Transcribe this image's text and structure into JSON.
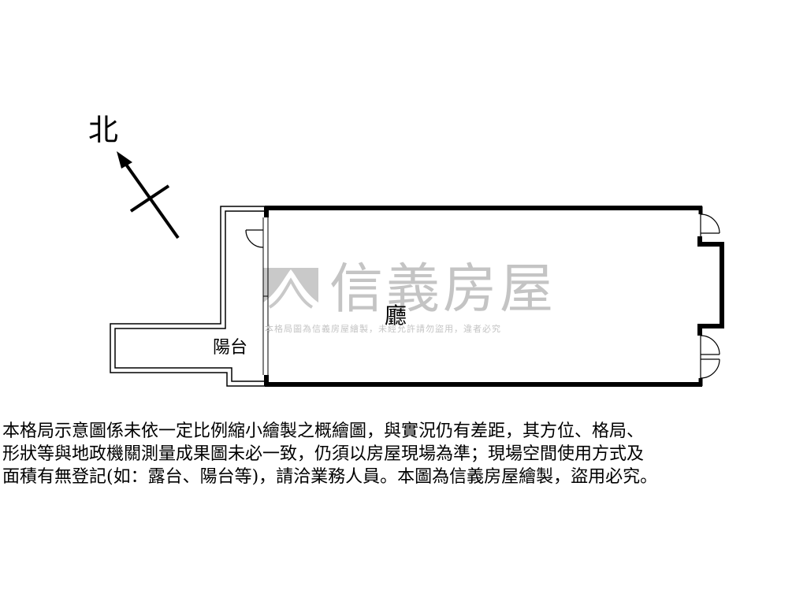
{
  "compass": {
    "label": "北",
    "icon": "north-arrow-icon"
  },
  "rooms": {
    "hall": "廳",
    "balcony": "陽台"
  },
  "watermark": {
    "brand": "信義房屋",
    "logo_icon": "sinyi-logo-icon",
    "notice": "本格局圖為信義房屋繪製，未經允許請勿盜用，違者必究"
  },
  "disclaimer": {
    "lines": [
      "本格局示意圖係未依一定比例縮小繪製之概繪圖，與實況仍有差距，其方位、格局、",
      "形狀等與地政機關測量成果圖未必一致，仍須以房屋現場為準；現場空間使用方式及",
      "面積有無登記(如：露台、陽台等)，請洽業務人員。本圖為信義房屋繪製，盜用必究。"
    ]
  },
  "colors": {
    "wall": "#000000",
    "watermark": "#c4c4c4",
    "background": "#ffffff"
  }
}
